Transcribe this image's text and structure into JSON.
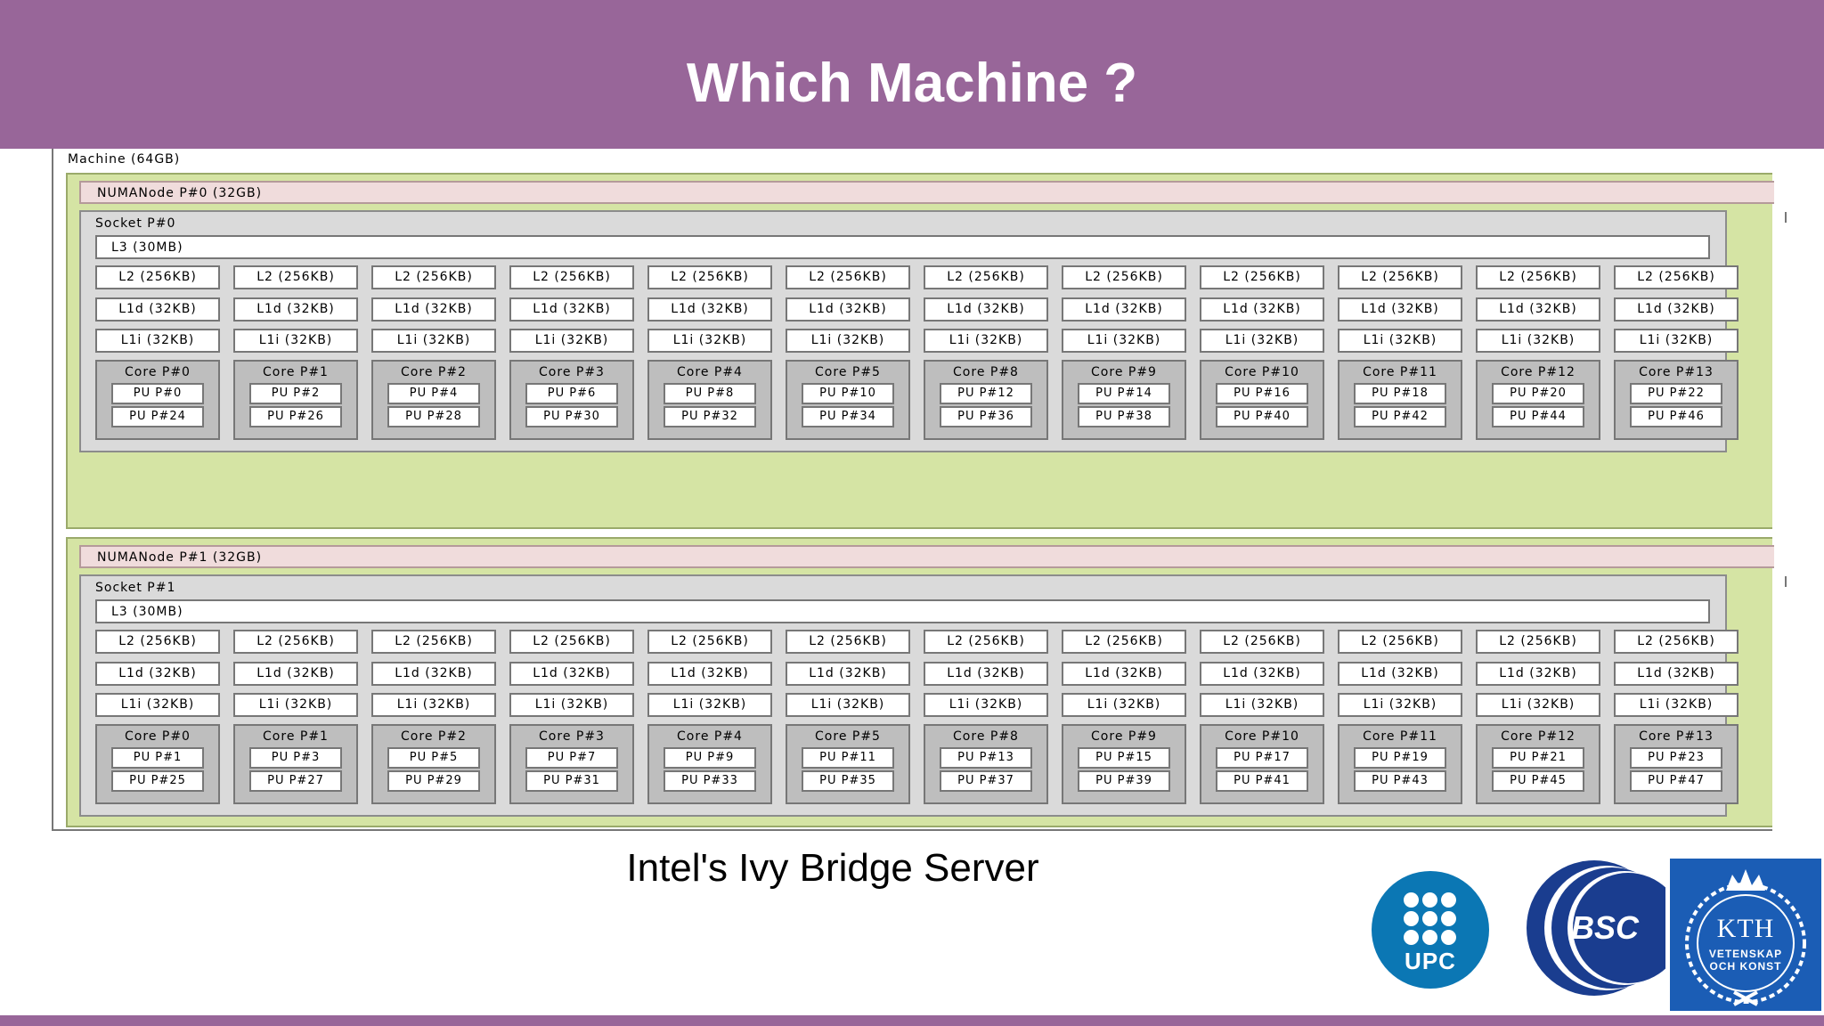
{
  "slide": {
    "title": "Which Machine ?",
    "caption": "Intel's Ivy Bridge Server"
  },
  "topology": {
    "machine_label": "Machine (64GB)",
    "numa_nodes": [
      {
        "label": "NUMANode P#0 (32GB)",
        "socket_label": "Socket P#0",
        "l3_label": "L3 (30MB)",
        "cores": [
          {
            "l2": "L2 (256KB)",
            "l1d": "L1d (32KB)",
            "l1i": "L1i (32KB)",
            "label": "Core P#0",
            "pu1": "PU P#0",
            "pu2": "PU P#24"
          },
          {
            "l2": "L2 (256KB)",
            "l1d": "L1d (32KB)",
            "l1i": "L1i (32KB)",
            "label": "Core P#1",
            "pu1": "PU P#2",
            "pu2": "PU P#26"
          },
          {
            "l2": "L2 (256KB)",
            "l1d": "L1d (32KB)",
            "l1i": "L1i (32KB)",
            "label": "Core P#2",
            "pu1": "PU P#4",
            "pu2": "PU P#28"
          },
          {
            "l2": "L2 (256KB)",
            "l1d": "L1d (32KB)",
            "l1i": "L1i (32KB)",
            "label": "Core P#3",
            "pu1": "PU P#6",
            "pu2": "PU P#30"
          },
          {
            "l2": "L2 (256KB)",
            "l1d": "L1d (32KB)",
            "l1i": "L1i (32KB)",
            "label": "Core P#4",
            "pu1": "PU P#8",
            "pu2": "PU P#32"
          },
          {
            "l2": "L2 (256KB)",
            "l1d": "L1d (32KB)",
            "l1i": "L1i (32KB)",
            "label": "Core P#5",
            "pu1": "PU P#10",
            "pu2": "PU P#34"
          },
          {
            "l2": "L2 (256KB)",
            "l1d": "L1d (32KB)",
            "l1i": "L1i (32KB)",
            "label": "Core P#8",
            "pu1": "PU P#12",
            "pu2": "PU P#36"
          },
          {
            "l2": "L2 (256KB)",
            "l1d": "L1d (32KB)",
            "l1i": "L1i (32KB)",
            "label": "Core P#9",
            "pu1": "PU P#14",
            "pu2": "PU P#38"
          },
          {
            "l2": "L2 (256KB)",
            "l1d": "L1d (32KB)",
            "l1i": "L1i (32KB)",
            "label": "Core P#10",
            "pu1": "PU P#16",
            "pu2": "PU P#40"
          },
          {
            "l2": "L2 (256KB)",
            "l1d": "L1d (32KB)",
            "l1i": "L1i (32KB)",
            "label": "Core P#11",
            "pu1": "PU P#18",
            "pu2": "PU P#42"
          },
          {
            "l2": "L2 (256KB)",
            "l1d": "L1d (32KB)",
            "l1i": "L1i (32KB)",
            "label": "Core P#12",
            "pu1": "PU P#20",
            "pu2": "PU P#44"
          },
          {
            "l2": "L2 (256KB)",
            "l1d": "L1d (32KB)",
            "l1i": "L1i (32KB)",
            "label": "Core P#13",
            "pu1": "PU P#22",
            "pu2": "PU P#46"
          }
        ]
      },
      {
        "label": "NUMANode P#1 (32GB)",
        "socket_label": "Socket P#1",
        "l3_label": "L3 (30MB)",
        "cores": [
          {
            "l2": "L2 (256KB)",
            "l1d": "L1d (32KB)",
            "l1i": "L1i (32KB)",
            "label": "Core P#0",
            "pu1": "PU P#1",
            "pu2": "PU P#25"
          },
          {
            "l2": "L2 (256KB)",
            "l1d": "L1d (32KB)",
            "l1i": "L1i (32KB)",
            "label": "Core P#1",
            "pu1": "PU P#3",
            "pu2": "PU P#27"
          },
          {
            "l2": "L2 (256KB)",
            "l1d": "L1d (32KB)",
            "l1i": "L1i (32KB)",
            "label": "Core P#2",
            "pu1": "PU P#5",
            "pu2": "PU P#29"
          },
          {
            "l2": "L2 (256KB)",
            "l1d": "L1d (32KB)",
            "l1i": "L1i (32KB)",
            "label": "Core P#3",
            "pu1": "PU P#7",
            "pu2": "PU P#31"
          },
          {
            "l2": "L2 (256KB)",
            "l1d": "L1d (32KB)",
            "l1i": "L1i (32KB)",
            "label": "Core P#4",
            "pu1": "PU P#9",
            "pu2": "PU P#33"
          },
          {
            "l2": "L2 (256KB)",
            "l1d": "L1d (32KB)",
            "l1i": "L1i (32KB)",
            "label": "Core P#5",
            "pu1": "PU P#11",
            "pu2": "PU P#35"
          },
          {
            "l2": "L2 (256KB)",
            "l1d": "L1d (32KB)",
            "l1i": "L1i (32KB)",
            "label": "Core P#8",
            "pu1": "PU P#13",
            "pu2": "PU P#37"
          },
          {
            "l2": "L2 (256KB)",
            "l1d": "L1d (32KB)",
            "l1i": "L1i (32KB)",
            "label": "Core P#9",
            "pu1": "PU P#15",
            "pu2": "PU P#39"
          },
          {
            "l2": "L2 (256KB)",
            "l1d": "L1d (32KB)",
            "l1i": "L1i (32KB)",
            "label": "Core P#10",
            "pu1": "PU P#17",
            "pu2": "PU P#41"
          },
          {
            "l2": "L2 (256KB)",
            "l1d": "L1d (32KB)",
            "l1i": "L1i (32KB)",
            "label": "Core P#11",
            "pu1": "PU P#19",
            "pu2": "PU P#43"
          },
          {
            "l2": "L2 (256KB)",
            "l1d": "L1d (32KB)",
            "l1i": "L1i (32KB)",
            "label": "Core P#12",
            "pu1": "PU P#21",
            "pu2": "PU P#45"
          },
          {
            "l2": "L2 (256KB)",
            "l1d": "L1d (32KB)",
            "l1i": "L1i (32KB)",
            "label": "Core P#13",
            "pu1": "PU P#23",
            "pu2": "PU P#47"
          }
        ]
      }
    ]
  },
  "logos": {
    "upc": {
      "text": "UPC",
      "color": "#0b77b4"
    },
    "bsc": {
      "text": "BSC",
      "color": "#1a3d8f"
    },
    "kth": {
      "text": "KTH",
      "subtitle_line1": "VETENSKAP",
      "subtitle_line2": "OCH KONST",
      "color": "#1b5db5"
    }
  },
  "colors": {
    "header": "#986699",
    "numa_bg": "#d5e4a4",
    "numa_label_bg": "#f0dcdc",
    "socket_bg": "#dadada",
    "core_bg": "#bebebe"
  }
}
